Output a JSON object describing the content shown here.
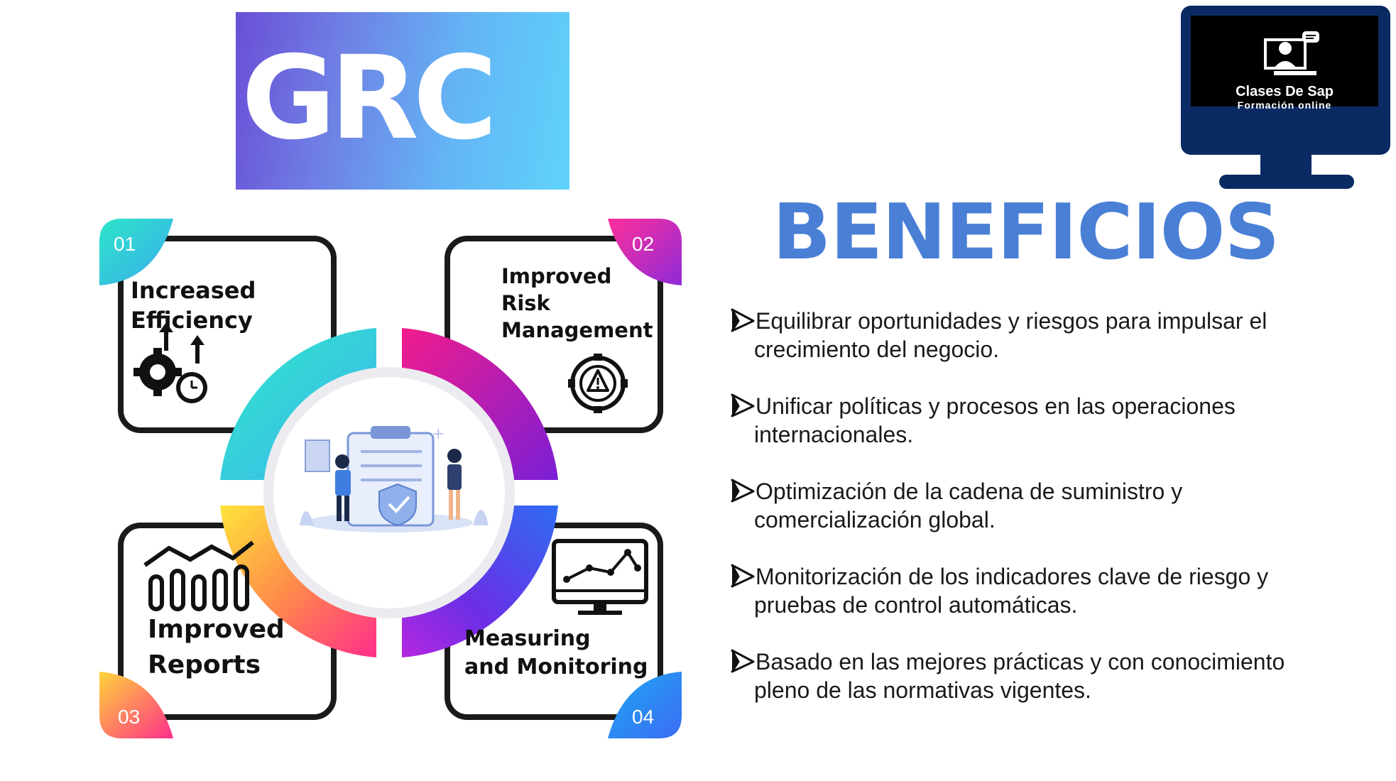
{
  "banner": {
    "title": "GRC"
  },
  "logo": {
    "title": "Clases De Sap",
    "subtitle": "Formación online"
  },
  "benefits": {
    "title": "BENEFICIOS",
    "items": [
      {
        "line1": "Equilibrar oportunidades y riesgos para impulsar el",
        "line2": "crecimiento del negocio."
      },
      {
        "line1": "Unificar políticas y procesos en las operaciones",
        "line2": "internacionales."
      },
      {
        "line1": "Optimización de la cadena de suministro y",
        "line2": "comercialización global."
      },
      {
        "line1": "Monitorización de los indicadores clave de riesgo y",
        "line2": "pruebas de control automáticas."
      },
      {
        "line1": "Basado en las mejores prácticas y con conocimiento",
        "line2": "pleno de las normativas vigentes."
      }
    ]
  },
  "diagram": {
    "cards": [
      {
        "number": "01",
        "line1": "Increased",
        "line2": "Efficiency",
        "icon": "gear-clock-icon"
      },
      {
        "number": "02",
        "line1": "Improved",
        "line2": "Risk",
        "line3": "Management",
        "icon": "warning-gear-icon"
      },
      {
        "number": "03",
        "line1": "Improved",
        "line2": "Reports",
        "icon": "bar-chart-icon"
      },
      {
        "number": "04",
        "line1": "Measuring",
        "line2": "and Monitoring",
        "icon": "monitor-chart-icon"
      }
    ],
    "center_icon": "compliance-illustration"
  }
}
